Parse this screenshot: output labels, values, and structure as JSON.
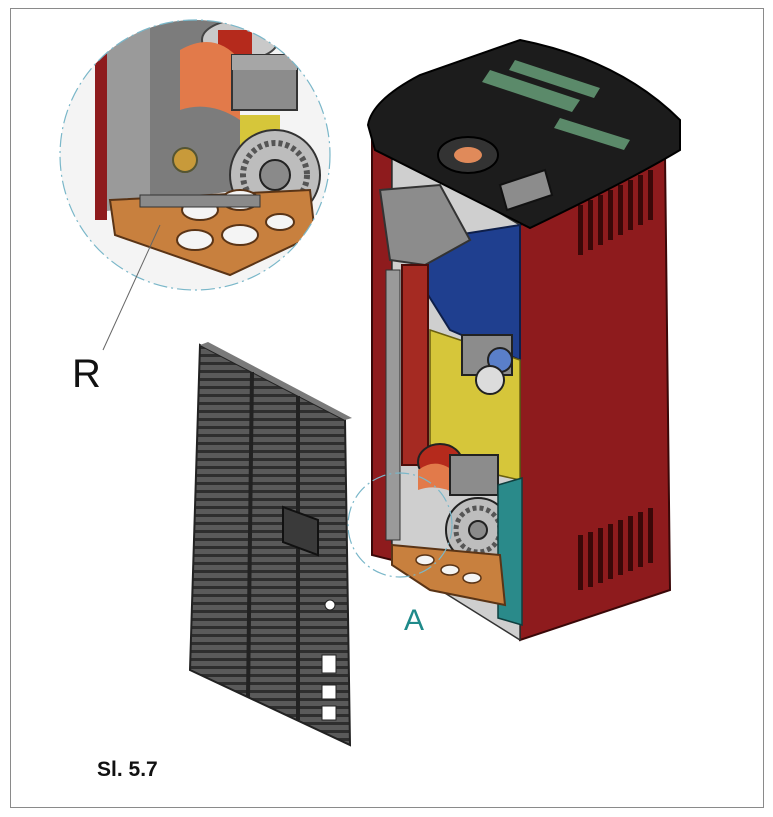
{
  "labels": {
    "detail_label": "R",
    "callout_label": "A"
  },
  "caption": "Sl. 5.7",
  "colors": {
    "stove_body": "#8e1b1d",
    "stove_top": "#1c1c1c",
    "hopper_blue": "#1f3f8f",
    "interior_yellow": "#d6c63a",
    "base_plate": "#c8803e",
    "panel_grey": "#4a4a4a",
    "callout_teal": "#1f8a8a"
  },
  "icons": [
    "magnifier-detail-circle",
    "callout-circle"
  ]
}
